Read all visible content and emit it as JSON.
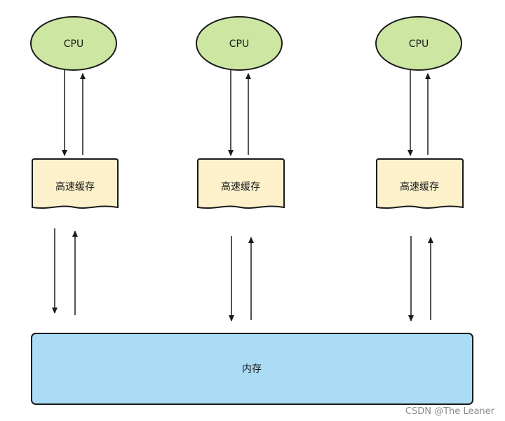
{
  "cpus": [
    {
      "label": "CPU"
    },
    {
      "label": "CPU"
    },
    {
      "label": "CPU"
    }
  ],
  "caches": [
    {
      "label": "高速缓存"
    },
    {
      "label": "高速缓存"
    },
    {
      "label": "高速缓存"
    }
  ],
  "memory": {
    "label": "内存"
  },
  "watermark": "CSDN @The Leaner",
  "colors": {
    "cpu_fill": "#cde7a3",
    "cache_fill": "#fdf1cc",
    "memory_fill": "#aadcf6",
    "stroke": "#1a1a1a"
  }
}
